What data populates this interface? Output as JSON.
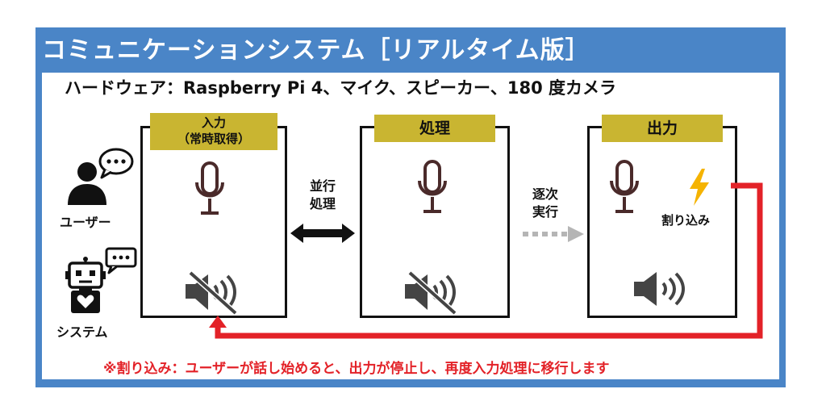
{
  "title": "コミュニケーションシステム［リアルタイム版］",
  "hardware": "ハードウェア：Raspberry Pi 4、マイク、スピーカー、180 度カメラ",
  "actors": {
    "user": "ユーザー",
    "system": "システム"
  },
  "stages": {
    "input": {
      "line1": "入力",
      "line2": "（常時取得）"
    },
    "process": {
      "label": "処理"
    },
    "output": {
      "label": "出力"
    }
  },
  "links": {
    "parallel": {
      "line1": "並行",
      "line2": "処理"
    },
    "sequential": {
      "line1": "逐次",
      "line2": "実行"
    }
  },
  "interrupt_label": "割り込み",
  "note": "※割り込み：ユーザーが話し始めると、出力が停止し、再度入力処理に移行します",
  "colors": {
    "frame": "#4a85c7",
    "label_bg": "#c9b531",
    "interrupt_line": "#e32228",
    "bolt": "#f5b301",
    "sequential_arrow": "#b5b5b5"
  }
}
